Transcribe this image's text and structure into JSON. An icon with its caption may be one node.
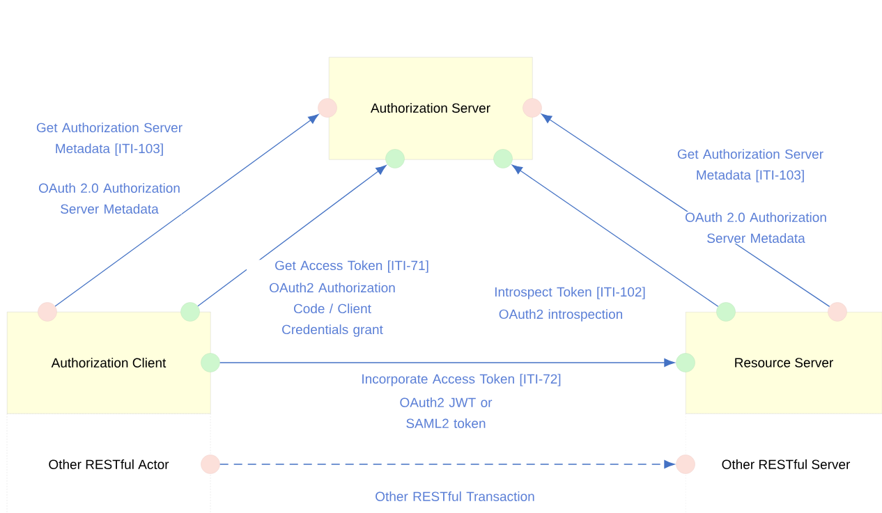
{
  "diagram": {
    "nodes": [
      {
        "text": [
          "Authorization Server"
        ]
      },
      {
        "text": [
          "Authorization Client"
        ]
      },
      {
        "text": [
          "Resource Server"
        ]
      },
      {
        "text": [
          "Other RESTful Actor"
        ]
      },
      {
        "text": [
          "Other RESTful Server"
        ]
      },
      {
        "text": [],
        "shape": "circle"
      },
      {
        "text": [],
        "shape": "circle"
      },
      {
        "text": [],
        "shape": "circle"
      },
      {
        "text": [],
        "shape": "circle"
      },
      {
        "text": [],
        "shape": "circle"
      },
      {
        "text": [],
        "shape": "circle"
      },
      {
        "text": [],
        "shape": "circle"
      },
      {
        "text": [],
        "shape": "circle"
      },
      {
        "text": [],
        "shape": "circle"
      },
      {
        "text": [],
        "shape": "circle"
      },
      {
        "text": [],
        "shape": "circle"
      },
      {
        "text": [],
        "shape": "circle"
      }
    ],
    "edges": [
      {
        "from": 9,
        "to": 5,
        "arrow": "to",
        "label": "Get Authorization Server Metadata [ITI-103]"
      },
      {
        "from": 10,
        "to": 7,
        "arrow": "to",
        "label": "Get Access Token [ITI-71]"
      },
      {
        "from": 12,
        "to": 8,
        "arrow": "to",
        "label": "Introspect Token [ITI-102]"
      },
      {
        "from": 13,
        "to": 6,
        "arrow": "to",
        "label": "Get Authorization Server Metadata [ITI-103]"
      },
      {
        "from": 11,
        "to": 14,
        "arrow": "to",
        "label": "Incorporate Access Token [ITI-72]"
      },
      {
        "from": 15,
        "to": 16,
        "arrow": "to",
        "style": "dashed",
        "label": "Other RESTful Transaction"
      }
    ],
    "labels": [
      "OAuth 2.0 Authorization Server Metadata",
      "OAuth 2.0 Authorization Server Metadata",
      "OAuth2 Authorization Code / Client Credentials grant",
      "OAuth2 introspection",
      "OAuth2 JWT or SAML2 token"
    ]
  }
}
